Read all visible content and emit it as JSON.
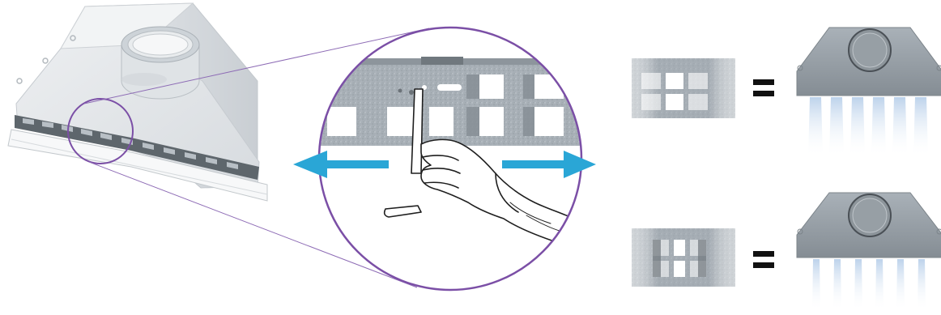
{
  "colors": {
    "circle_outline": "#7b4fa6",
    "arrow": "#2aa6d6",
    "metal": "#9ea6ad",
    "metal_light": "#c5cbd0",
    "metal_dark": "#6f777d",
    "airflow": "#c9dcef",
    "equals": "#111111"
  },
  "icons": {
    "unit": "plenum-box-illustration",
    "magnifier": "zoom-circle",
    "hand": "hand-with-hex-key",
    "arrows": "double-arrow-left-right"
  },
  "comparisons": [
    {
      "grille_state": "open",
      "symbol": "=",
      "airflow": "wide"
    },
    {
      "grille_state": "partially-closed",
      "symbol": "=",
      "airflow": "narrow"
    }
  ]
}
